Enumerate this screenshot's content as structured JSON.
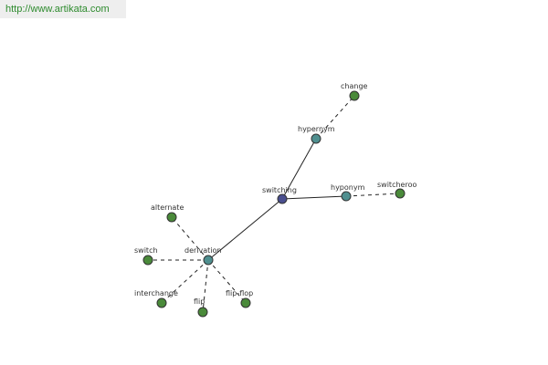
{
  "header": {
    "url": "http://www.artikata.com"
  },
  "colors": {
    "url_text": "#2e8b2e",
    "url_bar_bg": "#eeeeee",
    "center_node": "#4a4f8f",
    "relation_node": "#4f8f8f",
    "leaf_node": "#4a8a3a",
    "node_outline": "#333333",
    "edge": "#222222"
  },
  "graph": {
    "nodes": [
      {
        "id": "switching",
        "label": "switching",
        "kind": "center"
      },
      {
        "id": "hypernym",
        "label": "hypernym",
        "kind": "relation"
      },
      {
        "id": "change",
        "label": "change",
        "kind": "leaf"
      },
      {
        "id": "hyponym",
        "label": "hyponym",
        "kind": "relation"
      },
      {
        "id": "switcheroo",
        "label": "switcheroo",
        "kind": "leaf"
      },
      {
        "id": "derivation",
        "label": "derivation",
        "kind": "relation"
      },
      {
        "id": "alternate",
        "label": "alternate",
        "kind": "leaf"
      },
      {
        "id": "switch",
        "label": "switch",
        "kind": "leaf"
      },
      {
        "id": "interchange",
        "label": "interchange",
        "kind": "leaf"
      },
      {
        "id": "flip",
        "label": "flip",
        "kind": "leaf"
      },
      {
        "id": "flip-flop",
        "label": "flip-flop",
        "kind": "leaf"
      }
    ],
    "edges": [
      {
        "from": "switching",
        "to": "hypernym",
        "style": "solid"
      },
      {
        "from": "switching",
        "to": "hyponym",
        "style": "solid"
      },
      {
        "from": "switching",
        "to": "derivation",
        "style": "solid"
      },
      {
        "from": "hypernym",
        "to": "change",
        "style": "dashed"
      },
      {
        "from": "hyponym",
        "to": "switcheroo",
        "style": "dashed"
      },
      {
        "from": "derivation",
        "to": "alternate",
        "style": "dashed"
      },
      {
        "from": "derivation",
        "to": "switch",
        "style": "dashed"
      },
      {
        "from": "derivation",
        "to": "interchange",
        "style": "dashed"
      },
      {
        "from": "derivation",
        "to": "flip",
        "style": "dashed"
      },
      {
        "from": "derivation",
        "to": "flip-flop",
        "style": "dashed"
      }
    ]
  }
}
